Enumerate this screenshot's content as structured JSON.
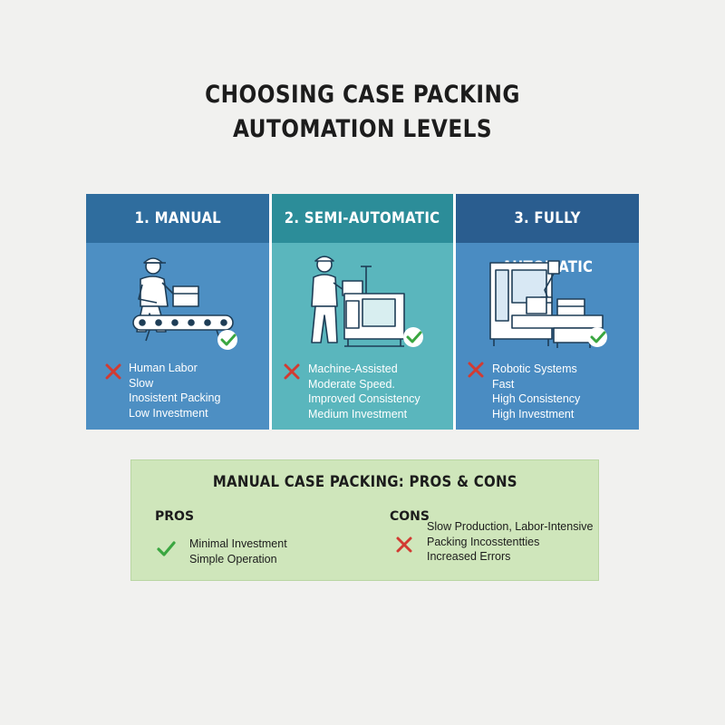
{
  "title": {
    "line1": "CHOOSING CASE PACKING",
    "line2": "AUTOMATION LEVELS"
  },
  "panels": [
    {
      "header": "1. MANUAL",
      "header_color": "#2f6d9e",
      "body_color": "#4d8fc3",
      "items": [
        "Human Labor",
        "Slow",
        "Inosistent Packing",
        "Low Investment"
      ]
    },
    {
      "header": "2. SEMI-AUTOMATIC",
      "header_color": "#2c8d99",
      "body_color": "#5ab6bd",
      "items": [
        "Machine-Assisted",
        "Moderate Speed.",
        "Improved Consistency",
        "Medium Investment"
      ]
    },
    {
      "header": "3. FULLY AUTOMATIC",
      "header_color": "#2a5d8f",
      "body_color": "#4a8cc2",
      "items": [
        "Robotic Systems",
        "Fast",
        "High Consistency",
        "High Investment"
      ]
    }
  ],
  "pros_cons": {
    "title": "MANUAL CASE PACKING: PROS & CONS",
    "pros_label": "PROS",
    "pros": [
      "Minimal Investment",
      "Simple Operation"
    ],
    "cons_label": "CONS",
    "cons": [
      "Slow Production, Labor-Intensive",
      "Packing Incosstentties",
      "Increased Errors"
    ],
    "bg_color": "#cfe6bb"
  },
  "colors": {
    "check": "#3aa640",
    "cross": "#d23b32"
  }
}
